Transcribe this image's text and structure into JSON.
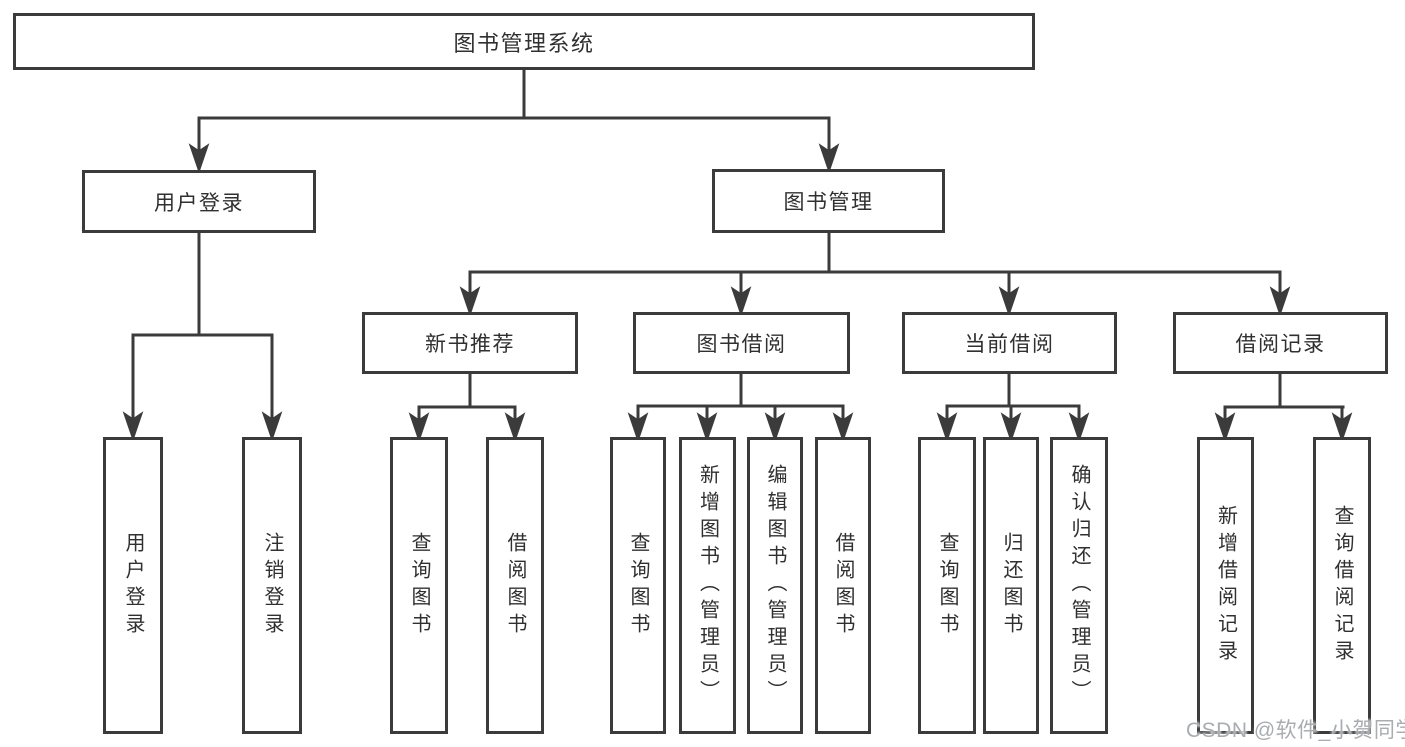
{
  "tree": {
    "label": "图书管理系统",
    "children": [
      {
        "label": "用户登录",
        "children": [
          {
            "label": "用户登录"
          },
          {
            "label": "注销登录"
          }
        ]
      },
      {
        "label": "图书管理",
        "children": [
          {
            "label": "新书推荐",
            "children": [
              {
                "label": "查询图书"
              },
              {
                "label": "借阅图书"
              }
            ]
          },
          {
            "label": "图书借阅",
            "children": [
              {
                "label": "查询图书"
              },
              {
                "label": "新增图书（管理员）"
              },
              {
                "label": "编辑图书（管理员）"
              },
              {
                "label": "借阅图书"
              }
            ]
          },
          {
            "label": "当前借阅",
            "children": [
              {
                "label": "查询图书"
              },
              {
                "label": "归还图书"
              },
              {
                "label": "确认归还（管理员）"
              }
            ]
          },
          {
            "label": "借阅记录",
            "children": [
              {
                "label": "新增借阅记录"
              },
              {
                "label": "查询借阅记录"
              }
            ]
          }
        ]
      }
    ]
  },
  "watermark": {
    "text": "CSDN @软件_小贺同学"
  },
  "colors": {
    "line": "#3b3b3b",
    "text": "#303030",
    "watermark": "#a9acb1",
    "background": "#ffffff"
  }
}
